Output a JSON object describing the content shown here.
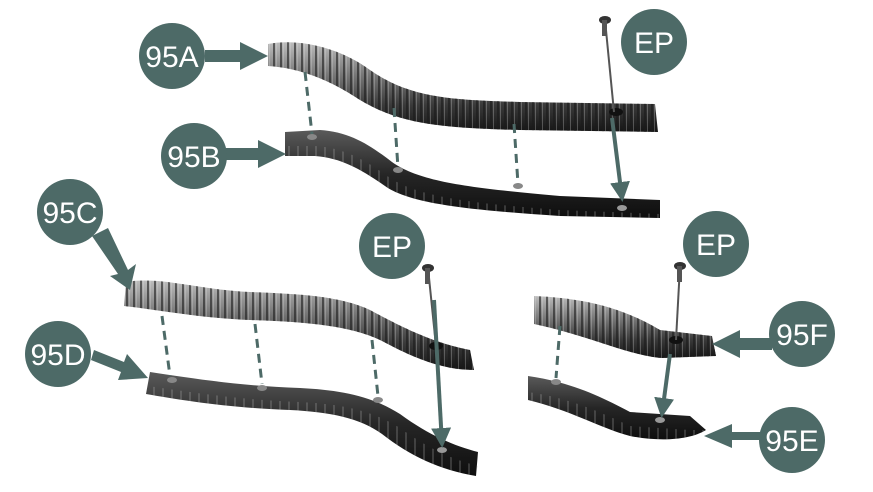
{
  "labels": {
    "a": "95A",
    "b": "95B",
    "c": "95C",
    "d": "95D",
    "e": "95E",
    "f": "95F",
    "ep1": "EP",
    "ep2": "EP",
    "ep3": "EP"
  },
  "colors": {
    "badge": "#4d6a67",
    "badge_text": "#ffffff",
    "arrow": "#4d6a67",
    "guide": "#4d6a67",
    "part_dark": "#1c1c1c",
    "part_mid": "#4a4a4a",
    "part_light": "#9a9a9a"
  }
}
